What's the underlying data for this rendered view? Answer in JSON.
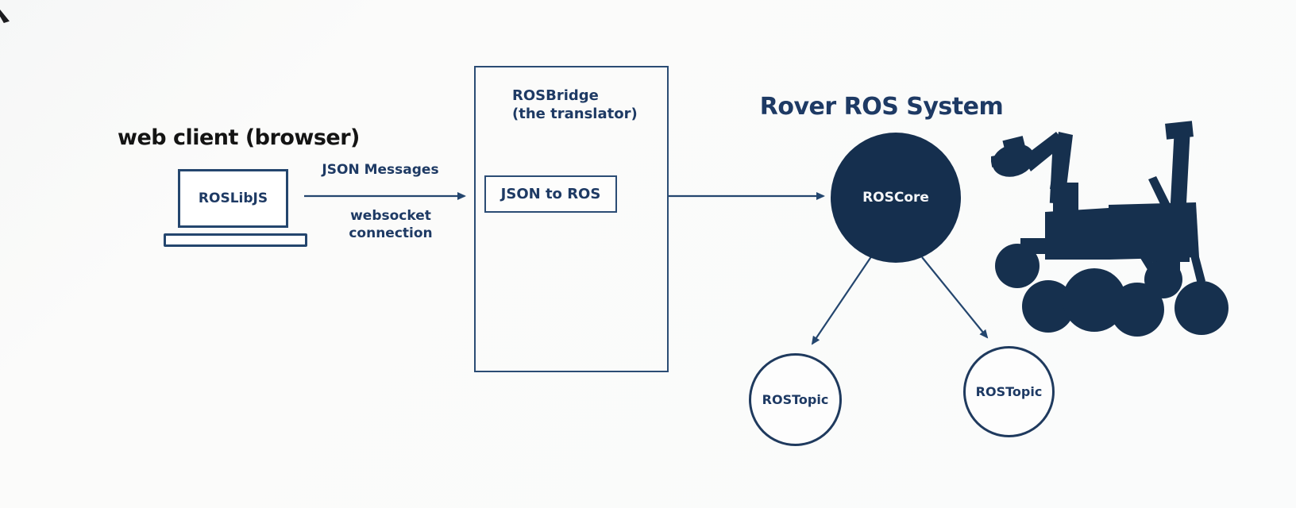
{
  "diagram": {
    "web_client": {
      "title": "web client (browser)",
      "laptop_label": "ROSLibJS"
    },
    "link_client_bridge": {
      "label_above": "JSON Messages",
      "label_below_line1": "websocket",
      "label_below_line2": "connection"
    },
    "rosbridge": {
      "title_line1": "ROSBridge",
      "title_line2": "(the translator)",
      "inner_label": "JSON to ROS"
    },
    "rover_system": {
      "title": "Rover ROS System",
      "core_label": "ROSCore",
      "topics": [
        {
          "label": "ROSTopic"
        },
        {
          "label": "ROSTopic"
        }
      ]
    },
    "icons": {
      "rover": "rover-silhouette-icon"
    },
    "colors": {
      "navy_fill": "#152f4e",
      "connector_line": "#24466e",
      "text_navy": "#1e3a64",
      "text_black": "#141414",
      "background": "#fafbfb"
    }
  }
}
